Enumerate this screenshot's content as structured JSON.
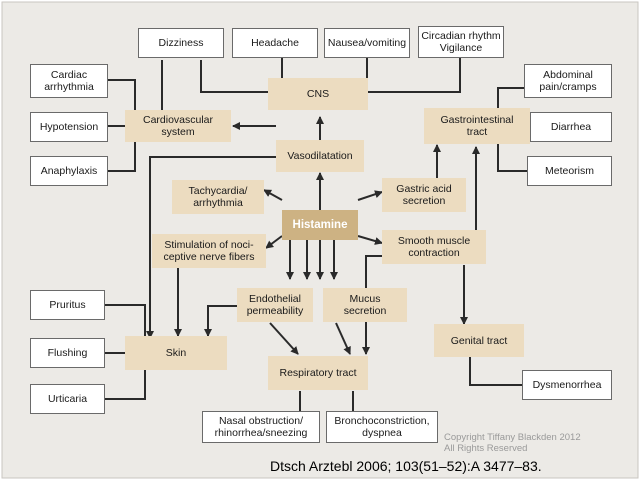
{
  "diagram": {
    "center": "Histamine",
    "intermediates": {
      "vasodilatation": "Vasodilatation",
      "tachycardia": "Tachycardia/\narrhythmia",
      "stimulation": "Stimulation of noci-\nceptive nerve fibers",
      "endothelial": "Endothelial\npermeability",
      "mucus": "Mucus\nsecretion",
      "gastric_acid": "Gastric acid\nsecretion",
      "smooth_muscle": "Smooth muscle\ncontraction"
    },
    "organs": {
      "cns": "CNS",
      "cardiovascular": "Cardiovascular\nsystem",
      "gastrointestinal": "Gastrointestinal\ntract",
      "skin": "Skin",
      "respiratory": "Respiratory tract",
      "genital": "Genital tract"
    },
    "symptoms": {
      "dizziness": "Dizziness",
      "headache": "Headache",
      "nausea": "Nausea/vomiting",
      "circadian": "Circadian rhythm\nVigilance",
      "cardiac_arrhythmia": "Cardiac\narrhythmia",
      "hypotension": "Hypotension",
      "anaphylaxis": "Anaphylaxis",
      "abdominal_pain": "Abdominal\npain/cramps",
      "diarrhea": "Diarrhea",
      "meteorism": "Meteorism",
      "pruritus": "Pruritus",
      "flushing": "Flushing",
      "urticaria": "Urticaria",
      "nasal": "Nasal obstruction/\nrhinorrhea/sneezing",
      "broncho": "Bronchoconstriction,\ndyspnea",
      "dysmenorrhea": "Dysmenorrhea"
    }
  },
  "copyright": "Copyright Tiffany Blackden 2012\nAll Rights Reserved",
  "citation": "Dtsch Arztebl 2006; 103(51–52):A 3477–83.",
  "colors": {
    "frame_bg": "#eceae6",
    "box_fill": "#ecdcc0",
    "histamine_fill": "#cdb283",
    "line": "#2a2a2a"
  }
}
